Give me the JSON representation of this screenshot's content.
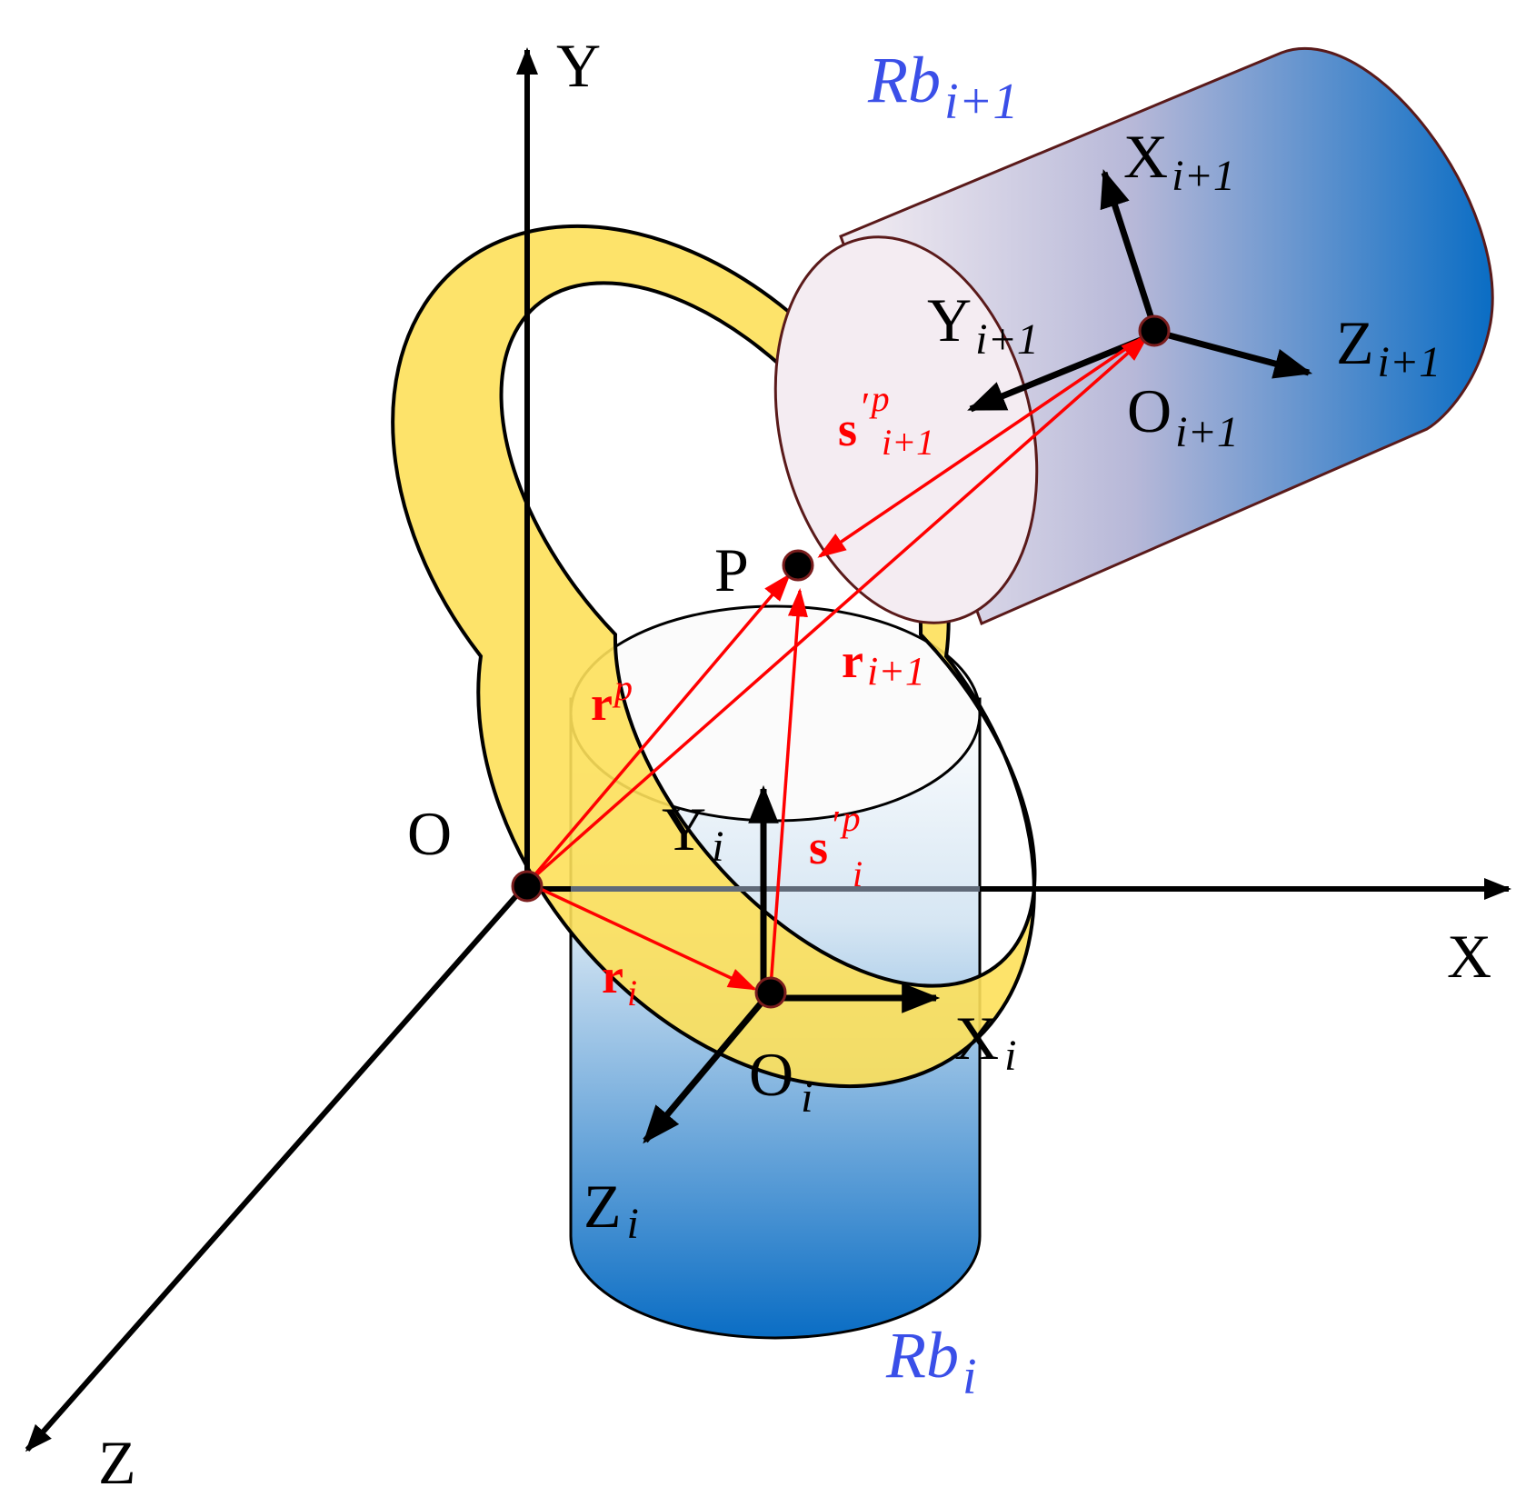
{
  "colors": {
    "axis": "#000000",
    "vector": "#ff0000",
    "body_label": "#3a4fe8",
    "ring": "#fde05a",
    "body_bottom_gradient_end": "#0a6dc4",
    "body_top_gradient_end": "#0a6dc4",
    "point": "#000000"
  },
  "global_axes": {
    "x": "X",
    "y": "Y",
    "z": "Z",
    "origin": "O"
  },
  "body_i": {
    "name": "Rb",
    "name_sub": "i",
    "origin": "O",
    "origin_sub": "i",
    "x_axis": "X",
    "x_axis_sub": "i",
    "y_axis": "Y",
    "y_axis_sub": "i",
    "z_axis": "Z",
    "z_axis_sub": "i"
  },
  "body_i1": {
    "name": "Rb",
    "name_sub": "i+1",
    "origin": "O",
    "origin_sub": "i+1",
    "x_axis": "X",
    "x_axis_sub": "i+1",
    "y_axis": "Y",
    "y_axis_sub": "i+1",
    "z_axis": "Z",
    "z_axis_sub": "i+1"
  },
  "point": {
    "label": "P"
  },
  "vectors": {
    "r_p": {
      "base": "r",
      "sup": "p"
    },
    "r_i": {
      "base": "r",
      "sub": "i"
    },
    "r_i1": {
      "base": "r",
      "sub": "i+1"
    },
    "s_i": {
      "base": "s",
      "prime": "′",
      "sup": "p",
      "sub": "i"
    },
    "s_i1": {
      "base": "s",
      "prime": "′",
      "sup": "p",
      "sub": "i+1"
    }
  }
}
